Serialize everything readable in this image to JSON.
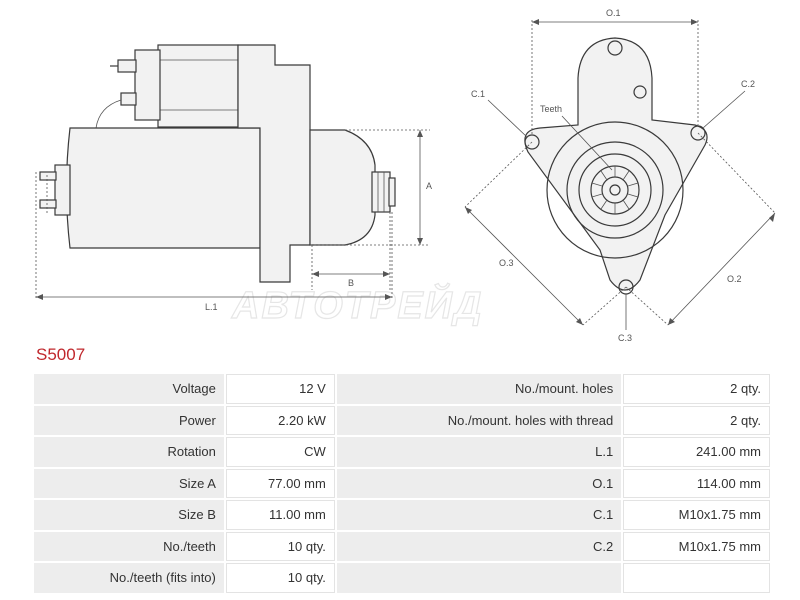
{
  "part_number": "S5007",
  "watermark": "АВТОТРЕЙД",
  "drawing": {
    "side_view": {
      "labels": {
        "a": "A",
        "b": "B",
        "l1": "L.1"
      }
    },
    "front_view": {
      "labels": {
        "o1": "O.1",
        "o2": "O.2",
        "o3": "O.3",
        "c1": "C.1",
        "c2": "C.2",
        "c3": "C.3",
        "teeth": "Teeth"
      }
    }
  },
  "specs": [
    {
      "label": "Voltage",
      "value": "12 V",
      "label2": "No./mount. holes",
      "value2": "2 qty."
    },
    {
      "label": "Power",
      "value": "2.20 kW",
      "label2": "No./mount. holes with thread",
      "value2": "2 qty."
    },
    {
      "label": "Rotation",
      "value": "CW",
      "label2": "L.1",
      "value2": "241.00 mm"
    },
    {
      "label": "Size A",
      "value": "77.00 mm",
      "label2": "O.1",
      "value2": "114.00 mm"
    },
    {
      "label": "Size B",
      "value": "11.00 mm",
      "label2": "C.1",
      "value2": "M10x1.75 mm"
    },
    {
      "label": "No./teeth",
      "value": "10 qty.",
      "label2": "C.2",
      "value2": "M10x1.75 mm"
    },
    {
      "label": "No./teeth (fits into)",
      "value": "10 qty.",
      "label2": "",
      "value2": ""
    }
  ]
}
